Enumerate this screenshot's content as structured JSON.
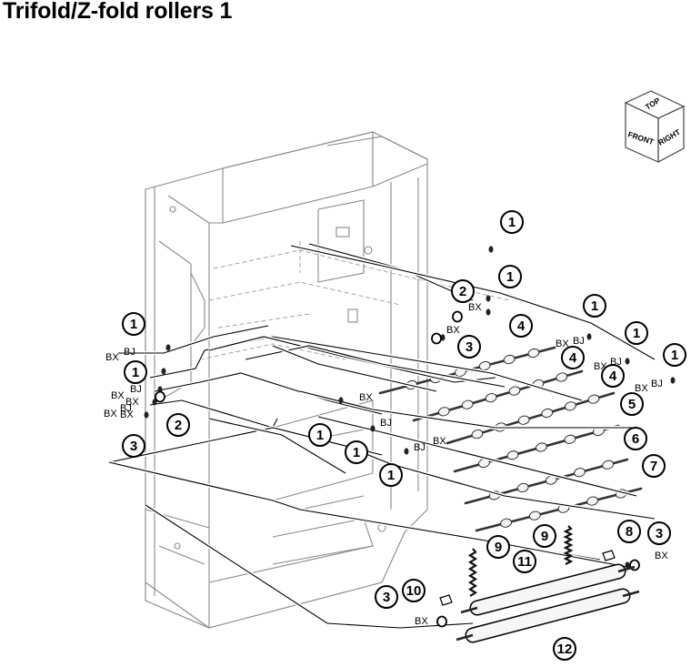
{
  "title": "Trifold/Z-fold rollers 1",
  "orientation": {
    "top": "TOP",
    "front": "FRONT",
    "right": "RIGHT"
  },
  "clip_labels": {
    "bx": "BX",
    "bj": "BJ"
  },
  "callouts": [
    "1",
    "1",
    "1",
    "1",
    "1",
    "1",
    "1",
    "1",
    "1",
    "1",
    "2",
    "2",
    "3",
    "3",
    "3",
    "3",
    "4",
    "4",
    "4",
    "5",
    "6",
    "7",
    "8",
    "9",
    "9",
    "10",
    "11",
    "12"
  ]
}
